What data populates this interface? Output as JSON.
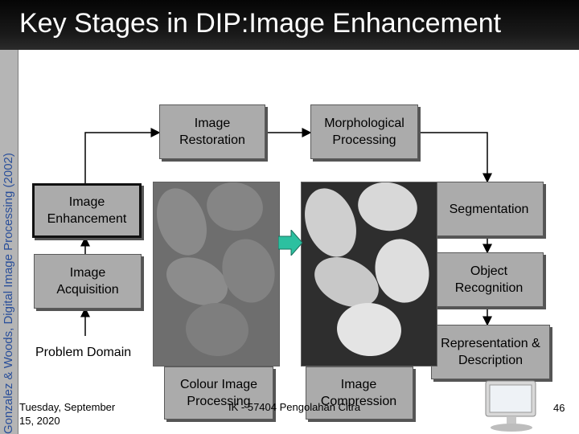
{
  "slide": {
    "title": "Key Stages in DIP:Image Enhancement",
    "side_credit": "Gonzalez & Woods, Digital Image Processing (2002)",
    "footer_date": "Tuesday, September 15, 2020",
    "footer_course": "IK - 57404 Pengolahan Citra",
    "page_number": "46"
  },
  "diagram": {
    "restoration": "Image Restoration",
    "morphological": "Morphological Processing",
    "enhancement": "Image Enhancement",
    "acquisition": "Image Acquisition",
    "segmentation": "Segmentation",
    "recognition": "Object Recognition",
    "representation": "Representation & Description",
    "problem_domain": "Problem Domain",
    "colour": "Colour Image Processing",
    "compression": "Image Compression"
  },
  "colors": {
    "box_fill": "#ababab",
    "arrow": "#2cc0a0",
    "credit_text": "#2a4f9a"
  }
}
